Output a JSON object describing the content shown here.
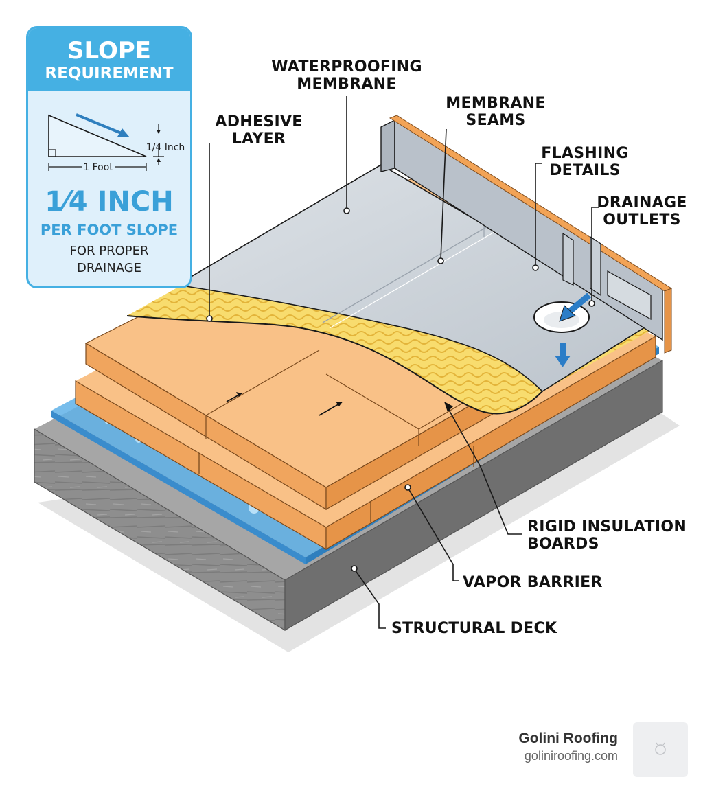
{
  "slope_card": {
    "title": "SLOPE",
    "subtitle": "REQUIREMENT",
    "rise_label": "1/4 Inch",
    "run_label": "1 Foot",
    "big_value": "1⁄4 INCH",
    "per_foot": "PER FOOT SLOPE",
    "note_line1": "FOR PROPER",
    "note_line2": "DRAINAGE"
  },
  "labels": {
    "waterproofing_1": "WATERPROOFING",
    "waterproofing_2": "MEMBRANE",
    "adhesive_1": "ADHESIVE",
    "adhesive_2": "LAYER",
    "seams_1": "MEMBRANE",
    "seams_2": "SEAMS",
    "flashing_1": "FLASHING",
    "flashing_2": "DETAILS",
    "drainage_1": "DRAINAGE",
    "drainage_2": "OUTLETS",
    "rigid_1": "RIGID INSULATION",
    "rigid_2": "BOARDS",
    "vapor": "VAPOR BARRIER",
    "deck": "STRUCTURAL DECK"
  },
  "brand": {
    "name": "Golini Roofing",
    "url": "goliniroofing.com"
  },
  "colors": {
    "accent_blue": "#45b0e3",
    "insulation_orange": "#f7b87a",
    "adhesive_yellow": "#f8dc6e",
    "membrane_gray": "#c9d0d7",
    "vapor_blue": "#4aa3df",
    "deck_gray": "#8a8a8a"
  }
}
